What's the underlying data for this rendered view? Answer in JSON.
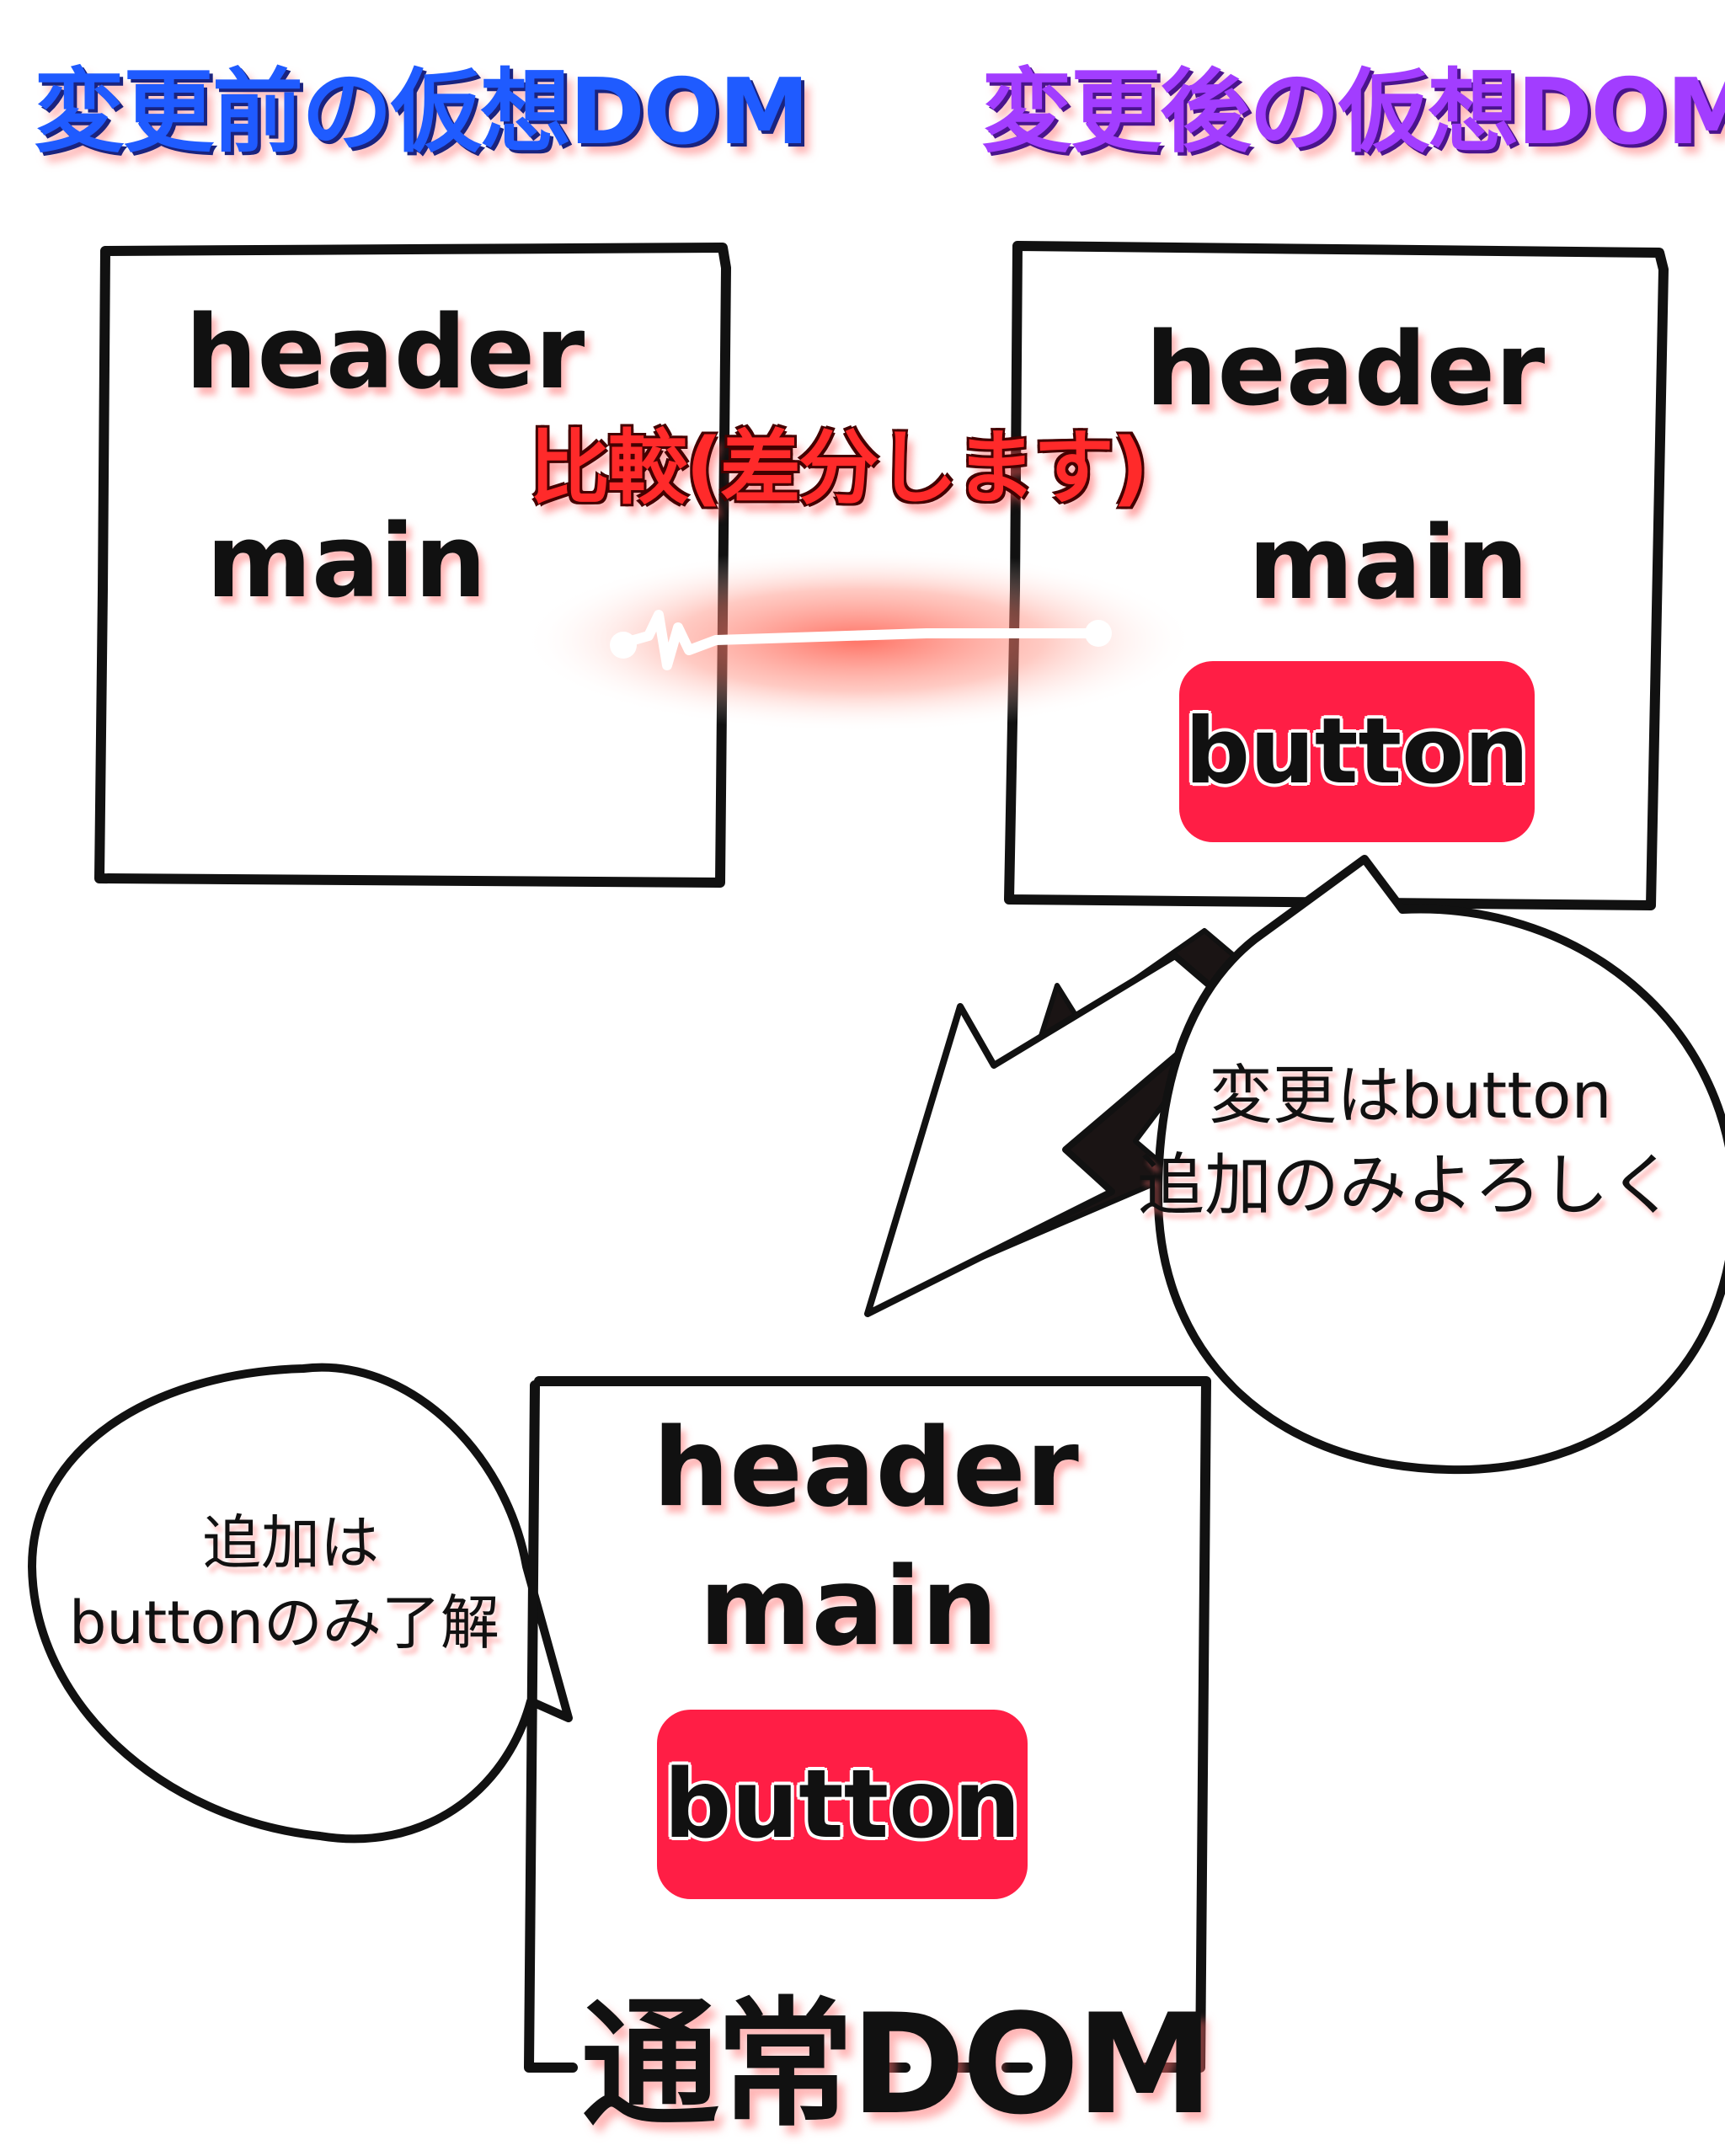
{
  "titles": {
    "before": "変更前の仮想DOM",
    "after": "変更後の仮想DOM"
  },
  "before_dom": {
    "header": "header",
    "main": "main"
  },
  "after_dom": {
    "header": "header",
    "main": "main",
    "button": "button"
  },
  "compare_label": "比較(差分します)",
  "bubble_right": {
    "line1": "変更はbutton",
    "line2": "追加のみよろしく"
  },
  "bubble_left": {
    "line1": "追加は",
    "line2": "buttonのみ了解"
  },
  "real_dom": {
    "header": "header",
    "main": "main",
    "button": "button",
    "title": "通常DOM"
  },
  "colors": {
    "before_title": "#1f5bff",
    "after_title": "#a23dff",
    "button_fill": "#ff1e45",
    "compare_text": "#ff2a2a"
  }
}
